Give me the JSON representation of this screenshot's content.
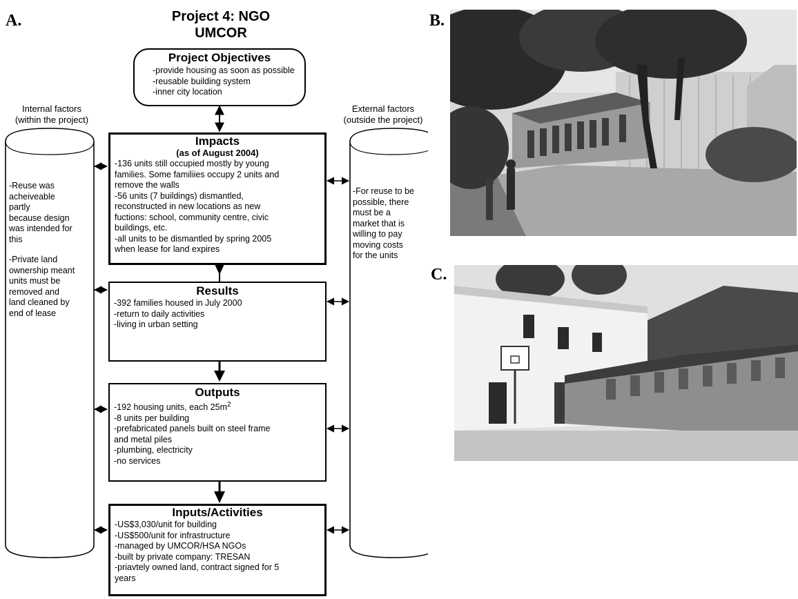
{
  "labels": {
    "a": "A.",
    "b": "B.",
    "c": "C."
  },
  "title": {
    "line1": "Project 4: NGO",
    "line2": "UMCOR"
  },
  "objectives": {
    "heading": "Project Objectives",
    "items": [
      "-provide housing as soon as possible",
      "-reusable building system",
      "-inner city location"
    ]
  },
  "internal": {
    "label_line1": "Internal factors",
    "label_line2": "(within the project)",
    "p1": [
      "-Reuse was",
      "acheiveable",
      "partly",
      "because design",
      "was intended for",
      "this"
    ],
    "p2": [
      "-Private land",
      "ownership meant",
      "units must be",
      "removed and",
      "land cleaned by",
      "end of lease"
    ]
  },
  "external": {
    "label_line1": "External factors",
    "label_line2": "(outside the project)",
    "p1": [
      "-For reuse to be",
      "possible, there",
      "must be a",
      "market that is",
      "willing to pay",
      "moving costs",
      "for the units"
    ]
  },
  "impacts": {
    "heading": "Impacts",
    "sub": "(as of August 2004)",
    "items": [
      "-136 units still occupied mostly by young",
      "families. Some familiies occupy 2 units and",
      "remove the walls",
      "-56 units  (7 buildings) dismantled,",
      "reconstructed in new locations as new",
      "fuctions: school, community centre, civic",
      "buildings, etc.",
      "-all units to be dismantled by spring 2005",
      "when lease for land expires"
    ]
  },
  "results": {
    "heading": "Results",
    "items": [
      "-392 families housed in July 2000",
      "-return to daily activities",
      "-living in urban setting"
    ]
  },
  "outputs": {
    "heading": "Outputs",
    "item1": "-192 housing units, each 25m",
    "item1_sup": "2",
    "items": [
      "-8 units per building",
      "-prefabricated panels built on steel frame",
      "and metal piles",
      "-plumbing, electricity",
      "-no services"
    ]
  },
  "inputs": {
    "heading": "Inputs/Activities",
    "items": [
      "-US$3,030/unit for building",
      "-US$500/unit for infrastructure",
      "-managed by UMCOR/HSA NGOs",
      "-built by private company: TRESAN",
      "-priavtely owned land, contract signed for 5",
      "years"
    ]
  }
}
